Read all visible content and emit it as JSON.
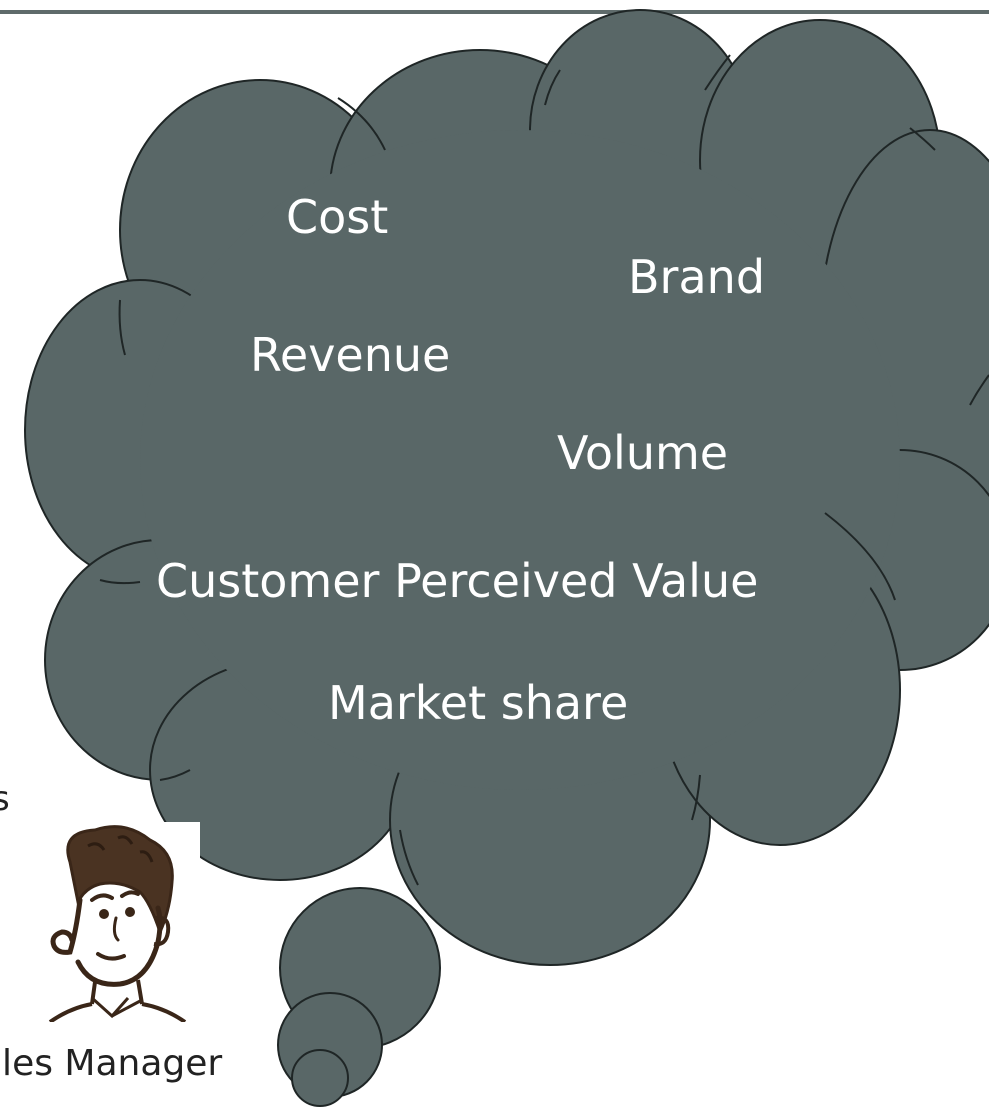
{
  "colors": {
    "cloud_fill": "#596767",
    "cloud_stroke": "#1f2626",
    "rule": "#5f6b6b",
    "word_text": "#ffffff",
    "label_text": "#222222"
  },
  "thought_cloud": {
    "words": [
      "Cost",
      "Brand",
      "Revenue",
      "Volume",
      "Customer Perceived Value",
      "Market share"
    ]
  },
  "figure": {
    "icon": "person-cartoon-icon",
    "caption": "ales Manager",
    "left_fragment": "s"
  }
}
